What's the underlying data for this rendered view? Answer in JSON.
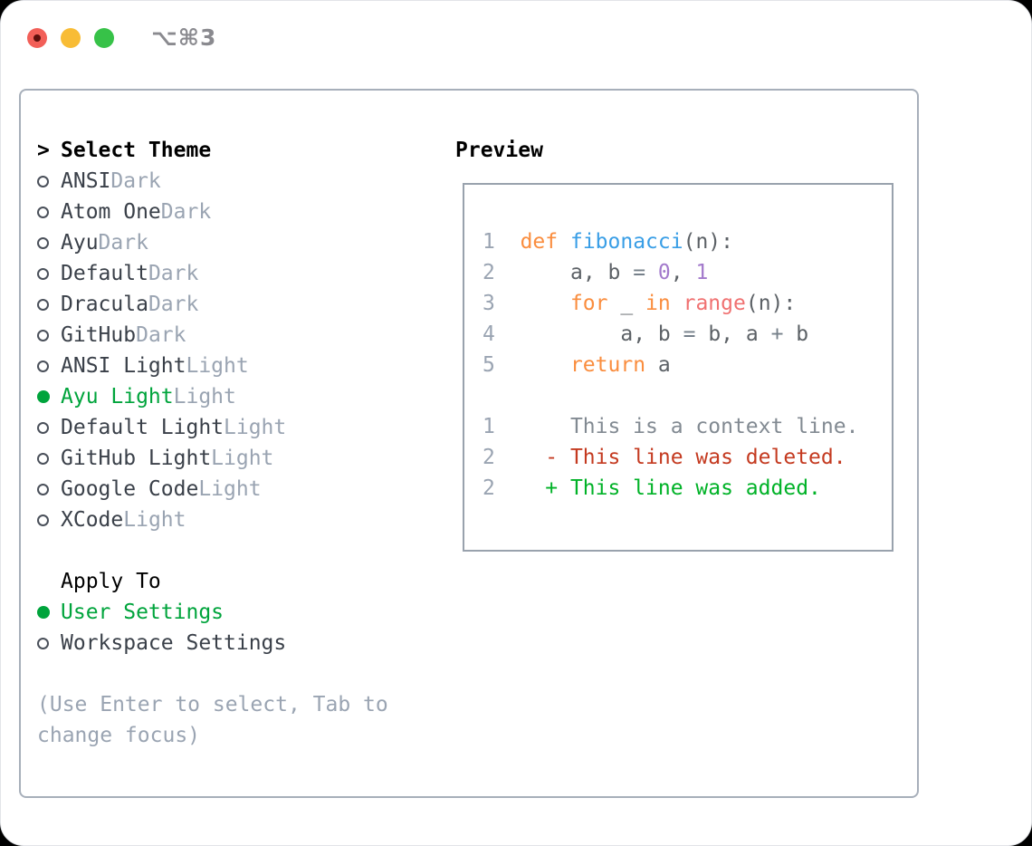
{
  "titlebar": {
    "shortcut": "⌥⌘3"
  },
  "theme_panel": {
    "title_prefix": ">",
    "title": "Select Theme",
    "themes": [
      {
        "name": "ANSI",
        "variant": "Dark",
        "selected": false
      },
      {
        "name": "Atom One",
        "variant": "Dark",
        "selected": false
      },
      {
        "name": "Ayu",
        "variant": "Dark",
        "selected": false
      },
      {
        "name": "Default",
        "variant": "Dark",
        "selected": false
      },
      {
        "name": "Dracula",
        "variant": "Dark",
        "selected": false
      },
      {
        "name": "GitHub",
        "variant": "Dark",
        "selected": false
      },
      {
        "name": "ANSI Light",
        "variant": "Light",
        "selected": false
      },
      {
        "name": "Ayu Light",
        "variant": "Light",
        "selected": true
      },
      {
        "name": "Default Light",
        "variant": "Light",
        "selected": false
      },
      {
        "name": "GitHub Light",
        "variant": "Light",
        "selected": false
      },
      {
        "name": "Google Code",
        "variant": "Light",
        "selected": false
      },
      {
        "name": "XCode",
        "variant": "Light",
        "selected": false
      }
    ],
    "apply_to": {
      "title": "Apply To",
      "options": [
        {
          "label": "User Settings",
          "selected": true
        },
        {
          "label": "Workspace Settings",
          "selected": false
        }
      ]
    },
    "help_text": "(Use Enter to select, Tab to change focus)"
  },
  "preview": {
    "title": "Preview",
    "code_lines": [
      {
        "num": "1",
        "tokens": [
          [
            "pln",
            "  "
          ],
          [
            "kw",
            "def"
          ],
          [
            "pln",
            " "
          ],
          [
            "fn",
            "fibonacci"
          ],
          [
            "pln",
            "(n):"
          ]
        ]
      },
      {
        "num": "2",
        "tokens": [
          [
            "pln",
            "      "
          ],
          [
            "var",
            "a"
          ],
          [
            "pln",
            ", "
          ],
          [
            "var",
            "b"
          ],
          [
            "op",
            " = "
          ],
          [
            "num",
            "0"
          ],
          [
            "pln",
            ", "
          ],
          [
            "num",
            "1"
          ]
        ]
      },
      {
        "num": "3",
        "tokens": [
          [
            "pln",
            "      "
          ],
          [
            "kw",
            "for"
          ],
          [
            "pln",
            " _ "
          ],
          [
            "kw",
            "in"
          ],
          [
            "pln",
            " "
          ],
          [
            "call",
            "range"
          ],
          [
            "pln",
            "(n):"
          ]
        ]
      },
      {
        "num": "4",
        "tokens": [
          [
            "pln",
            "          "
          ],
          [
            "var",
            "a"
          ],
          [
            "pln",
            ", "
          ],
          [
            "var",
            "b"
          ],
          [
            "op",
            " = "
          ],
          [
            "var",
            "b"
          ],
          [
            "pln",
            ", "
          ],
          [
            "var",
            "a"
          ],
          [
            "op",
            " + "
          ],
          [
            "var",
            "b"
          ]
        ]
      },
      {
        "num": "5",
        "tokens": [
          [
            "pln",
            "      "
          ],
          [
            "kw",
            "return"
          ],
          [
            "pln",
            " "
          ],
          [
            "var",
            "a"
          ]
        ]
      },
      {
        "num": "",
        "tokens": []
      },
      {
        "num": "1",
        "tokens": [
          [
            "ctx",
            "      This is a context line."
          ]
        ]
      },
      {
        "num": "2",
        "tokens": [
          [
            "del",
            "    - This line was deleted."
          ]
        ]
      },
      {
        "num": "2",
        "tokens": [
          [
            "add",
            "    + This line was added."
          ]
        ]
      }
    ]
  },
  "colors": {
    "ui": {
      "accent_green": "#00a43c",
      "item_text": "#3a4049",
      "muted": "#9aa4b2",
      "ring": "#4a505a",
      "panel_border": "#a7afba",
      "preview_border": "#99a2ad",
      "traffic_red": "#f25f58",
      "traffic_red_dot": "#5c0f0c",
      "traffic_yellow": "#f8bc35",
      "traffic_green": "#37c248",
      "shortcut": "#8a8a8f"
    },
    "tokens": {
      "ln": "#9aa4b2",
      "pln": "#5c6166",
      "kw": "#fa8d3e",
      "fn": "#399ee6",
      "call": "#f07171",
      "num": "#a37acc",
      "op": "#76808a",
      "var": "#5c6166",
      "ctx": "#828a92",
      "del": "#c43a20",
      "add": "#00b227"
    }
  }
}
